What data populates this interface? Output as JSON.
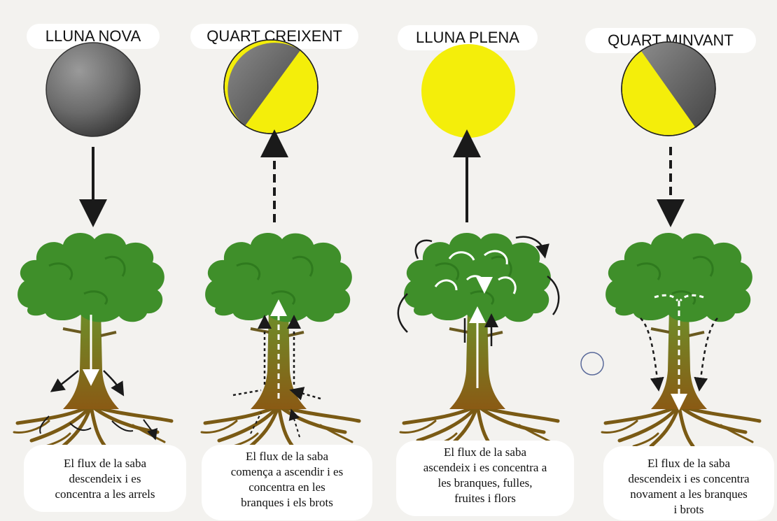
{
  "phases": [
    {
      "title": "LLUNA NOVA",
      "caption": [
        "El flux de la saba",
        "descendeix i es",
        "concentra a les arrels"
      ]
    },
    {
      "title": "QUART CREIXENT",
      "caption": [
        "El flux de la saba",
        "comença a ascendir i es",
        "concentra en les",
        "branques i els brots"
      ]
    },
    {
      "title": "LLUNA PLENA",
      "caption": [
        "El flux de la saba",
        "ascendeix i es concentra a",
        "les branques, fulles,",
        "fruites i flors"
      ]
    },
    {
      "title": "QUART MINVANT",
      "caption": [
        "El flux de la saba",
        "descendeix i es concentra",
        "novament a les branques",
        "i brots"
      ]
    }
  ],
  "colors": {
    "moon_yellow": "#f4ee0a",
    "moon_dark": "#6a6a6a",
    "foliage": "#3f8f2a",
    "trunk": "#8a6a1a",
    "arrow": "#1a1a1a"
  }
}
